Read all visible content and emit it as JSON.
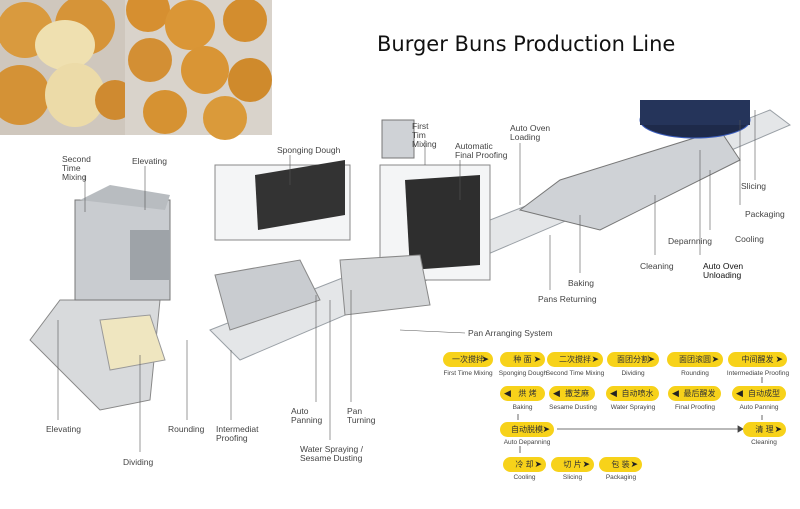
{
  "title": "Burger Buns Production Line",
  "labels": {
    "second_time_mixing": "Second Time Mixing",
    "elevating_top": "Elevating",
    "sponging_dough": "Sponging Dough",
    "first_tim_mixing": "First Tim Mixing",
    "automatic_final_proofing": "Automatic Final Proofing",
    "auto_oven_loading": "Auto Oven Loading",
    "slicing": "Slicing",
    "packaging": "Packaging",
    "deparnning": "Deparnning",
    "cooling": "Cooling",
    "cleaning": "Cleaning",
    "auto_oven_unloading": "Auto Oven Unloading",
    "baking": "Baking",
    "pans_returning": "Pans Returning",
    "pan_arranging_system": "Pan Arranging System",
    "elevating_bottom": "Elevating",
    "rounding": "Rounding",
    "intermediat_proofing": "Intermediat Proofing",
    "dividing": "Dividing",
    "auto_panning": "Auto Panning",
    "pan_turning": "Pan Turning",
    "water_spraying": "Water Spraying / Sesame Dusting"
  },
  "flow": [
    {
      "zh": "一次搅拌",
      "en": "First Time Mixing"
    },
    {
      "zh": "种 面",
      "en": "Sponging Dough"
    },
    {
      "zh": "二次搅拌",
      "en": "Second Time Mixing"
    },
    {
      "zh": "面团分割",
      "en": "Dividing"
    },
    {
      "zh": "面团滚圆",
      "en": "Rounding"
    },
    {
      "zh": "中间醒发",
      "en": "Intermediate Proofing"
    },
    {
      "zh": "烘 烤",
      "en": "Baking"
    },
    {
      "zh": "撒芝麻",
      "en": "Sesame Dusting"
    },
    {
      "zh": "自动喷水",
      "en": "Water Spraying"
    },
    {
      "zh": "最后醒发",
      "en": "Final Proofing"
    },
    {
      "zh": "自动成型",
      "en": "Auto Panning"
    },
    {
      "zh": "自动脱模",
      "en": "Auto Depanning"
    },
    {
      "zh": "清 理",
      "en": "Cleaning"
    },
    {
      "zh": "冷 却",
      "en": "Cooling"
    },
    {
      "zh": "切 片",
      "en": "Slicing"
    },
    {
      "zh": "包 装",
      "en": "Packaging"
    }
  ],
  "colors": {
    "pill": "#f7d21a",
    "bun": "#d99a3e"
  }
}
